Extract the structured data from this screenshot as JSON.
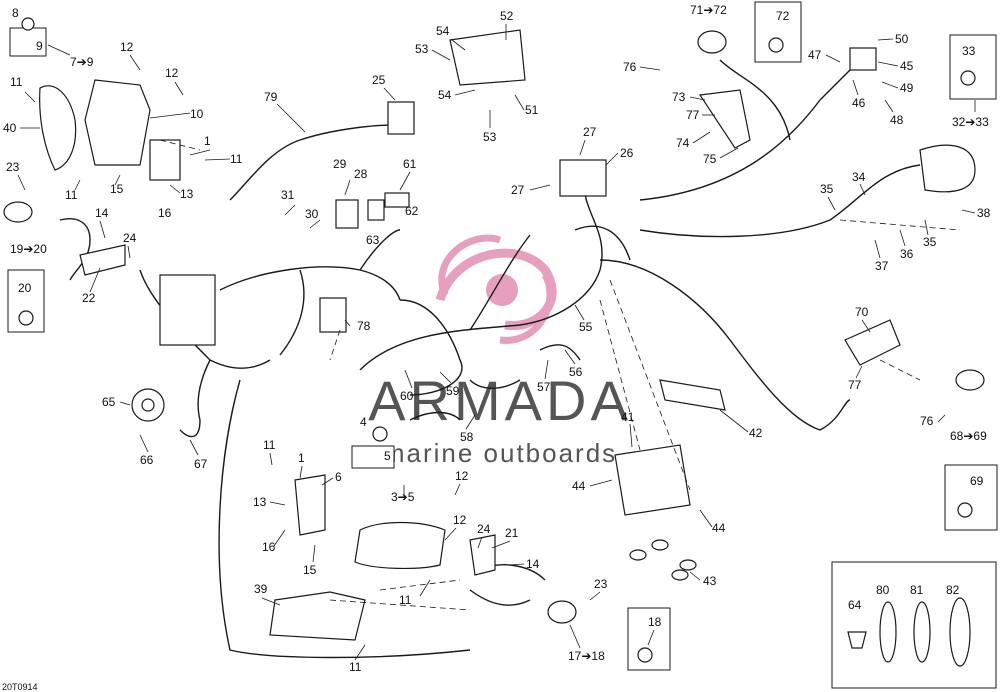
{
  "watermark": {
    "brand": "ARMADA",
    "tagline": "marine outboards",
    "colors": {
      "brand": "#555555",
      "logo": "#e38fb4"
    }
  },
  "drawing_code": "20T0914",
  "arrow_glyph": "➔",
  "callouts": [
    {
      "id": "c8",
      "text": "8"
    },
    {
      "id": "c9",
      "text": "9"
    },
    {
      "id": "c7to9",
      "text": "7➔9"
    },
    {
      "id": "c12a",
      "text": "12"
    },
    {
      "id": "c12b",
      "text": "12"
    },
    {
      "id": "c10",
      "text": "10"
    },
    {
      "id": "c11a",
      "text": "11"
    },
    {
      "id": "c40",
      "text": "40"
    },
    {
      "id": "c1a",
      "text": "1"
    },
    {
      "id": "c11b",
      "text": "11"
    },
    {
      "id": "c11c",
      "text": "11"
    },
    {
      "id": "c15a",
      "text": "15"
    },
    {
      "id": "c13a",
      "text": "13"
    },
    {
      "id": "c16a",
      "text": "16"
    },
    {
      "id": "c23a",
      "text": "23"
    },
    {
      "id": "c14a",
      "text": "14"
    },
    {
      "id": "c24a",
      "text": "24"
    },
    {
      "id": "c19to20",
      "text": "19➔20"
    },
    {
      "id": "c22",
      "text": "22"
    },
    {
      "id": "c20",
      "text": "20"
    },
    {
      "id": "c79",
      "text": "79"
    },
    {
      "id": "c25",
      "text": "25"
    },
    {
      "id": "c29",
      "text": "29"
    },
    {
      "id": "c28",
      "text": "28"
    },
    {
      "id": "c31",
      "text": "31"
    },
    {
      "id": "c30",
      "text": "30"
    },
    {
      "id": "c61",
      "text": "61"
    },
    {
      "id": "c62",
      "text": "62"
    },
    {
      "id": "c63",
      "text": "63"
    },
    {
      "id": "c78",
      "text": "78"
    },
    {
      "id": "c52",
      "text": "52"
    },
    {
      "id": "c54a",
      "text": "54"
    },
    {
      "id": "c53a",
      "text": "53"
    },
    {
      "id": "c54b",
      "text": "54"
    },
    {
      "id": "c51",
      "text": "51"
    },
    {
      "id": "c53b",
      "text": "53"
    },
    {
      "id": "c71to72",
      "text": "71➔72"
    },
    {
      "id": "c72",
      "text": "72"
    },
    {
      "id": "c76a",
      "text": "76"
    },
    {
      "id": "c73",
      "text": "73"
    },
    {
      "id": "c77a",
      "text": "77"
    },
    {
      "id": "c74",
      "text": "74"
    },
    {
      "id": "c75",
      "text": "75"
    },
    {
      "id": "c47",
      "text": "47"
    },
    {
      "id": "c50",
      "text": "50"
    },
    {
      "id": "c45",
      "text": "45"
    },
    {
      "id": "c46",
      "text": "46"
    },
    {
      "id": "c49",
      "text": "49"
    },
    {
      "id": "c48",
      "text": "48"
    },
    {
      "id": "c33",
      "text": "33"
    },
    {
      "id": "c32to33",
      "text": "32➔33"
    },
    {
      "id": "c27a",
      "text": "27"
    },
    {
      "id": "c26",
      "text": "26"
    },
    {
      "id": "c27b",
      "text": "27"
    },
    {
      "id": "c34",
      "text": "34"
    },
    {
      "id": "c35a",
      "text": "35"
    },
    {
      "id": "c38",
      "text": "38"
    },
    {
      "id": "c35b",
      "text": "35"
    },
    {
      "id": "c36",
      "text": "36"
    },
    {
      "id": "c37",
      "text": "37"
    },
    {
      "id": "c55",
      "text": "55"
    },
    {
      "id": "c56",
      "text": "56"
    },
    {
      "id": "c57",
      "text": "57"
    },
    {
      "id": "c60",
      "text": "60"
    },
    {
      "id": "c59",
      "text": "59"
    },
    {
      "id": "c58",
      "text": "58"
    },
    {
      "id": "c4",
      "text": "4"
    },
    {
      "id": "c5",
      "text": "5"
    },
    {
      "id": "c65",
      "text": "65"
    },
    {
      "id": "c66",
      "text": "66"
    },
    {
      "id": "c67",
      "text": "67"
    },
    {
      "id": "c70",
      "text": "70"
    },
    {
      "id": "c77b",
      "text": "77"
    },
    {
      "id": "c76b",
      "text": "76"
    },
    {
      "id": "c68to69",
      "text": "68➔69"
    },
    {
      "id": "c69",
      "text": "69"
    },
    {
      "id": "c41",
      "text": "41"
    },
    {
      "id": "c42",
      "text": "42"
    },
    {
      "id": "c44a",
      "text": "44"
    },
    {
      "id": "c44b",
      "text": "44"
    },
    {
      "id": "c43",
      "text": "43"
    },
    {
      "id": "c11d",
      "text": "11"
    },
    {
      "id": "c1b",
      "text": "1"
    },
    {
      "id": "c6",
      "text": "6"
    },
    {
      "id": "c13b",
      "text": "13"
    },
    {
      "id": "c16b",
      "text": "16"
    },
    {
      "id": "c15b",
      "text": "15"
    },
    {
      "id": "c3to5",
      "text": "3➔5"
    },
    {
      "id": "c12c",
      "text": "12"
    },
    {
      "id": "c12d",
      "text": "12"
    },
    {
      "id": "c24b",
      "text": "24"
    },
    {
      "id": "c21",
      "text": "21"
    },
    {
      "id": "c14b",
      "text": "14"
    },
    {
      "id": "c11e",
      "text": "11"
    },
    {
      "id": "c23b",
      "text": "23"
    },
    {
      "id": "c39",
      "text": "39"
    },
    {
      "id": "c11f",
      "text": "11"
    },
    {
      "id": "c17to18",
      "text": "17➔18"
    },
    {
      "id": "c18",
      "text": "18"
    },
    {
      "id": "c64",
      "text": "64"
    },
    {
      "id": "c80",
      "text": "80"
    },
    {
      "id": "c81",
      "text": "81"
    },
    {
      "id": "c82",
      "text": "82"
    }
  ]
}
